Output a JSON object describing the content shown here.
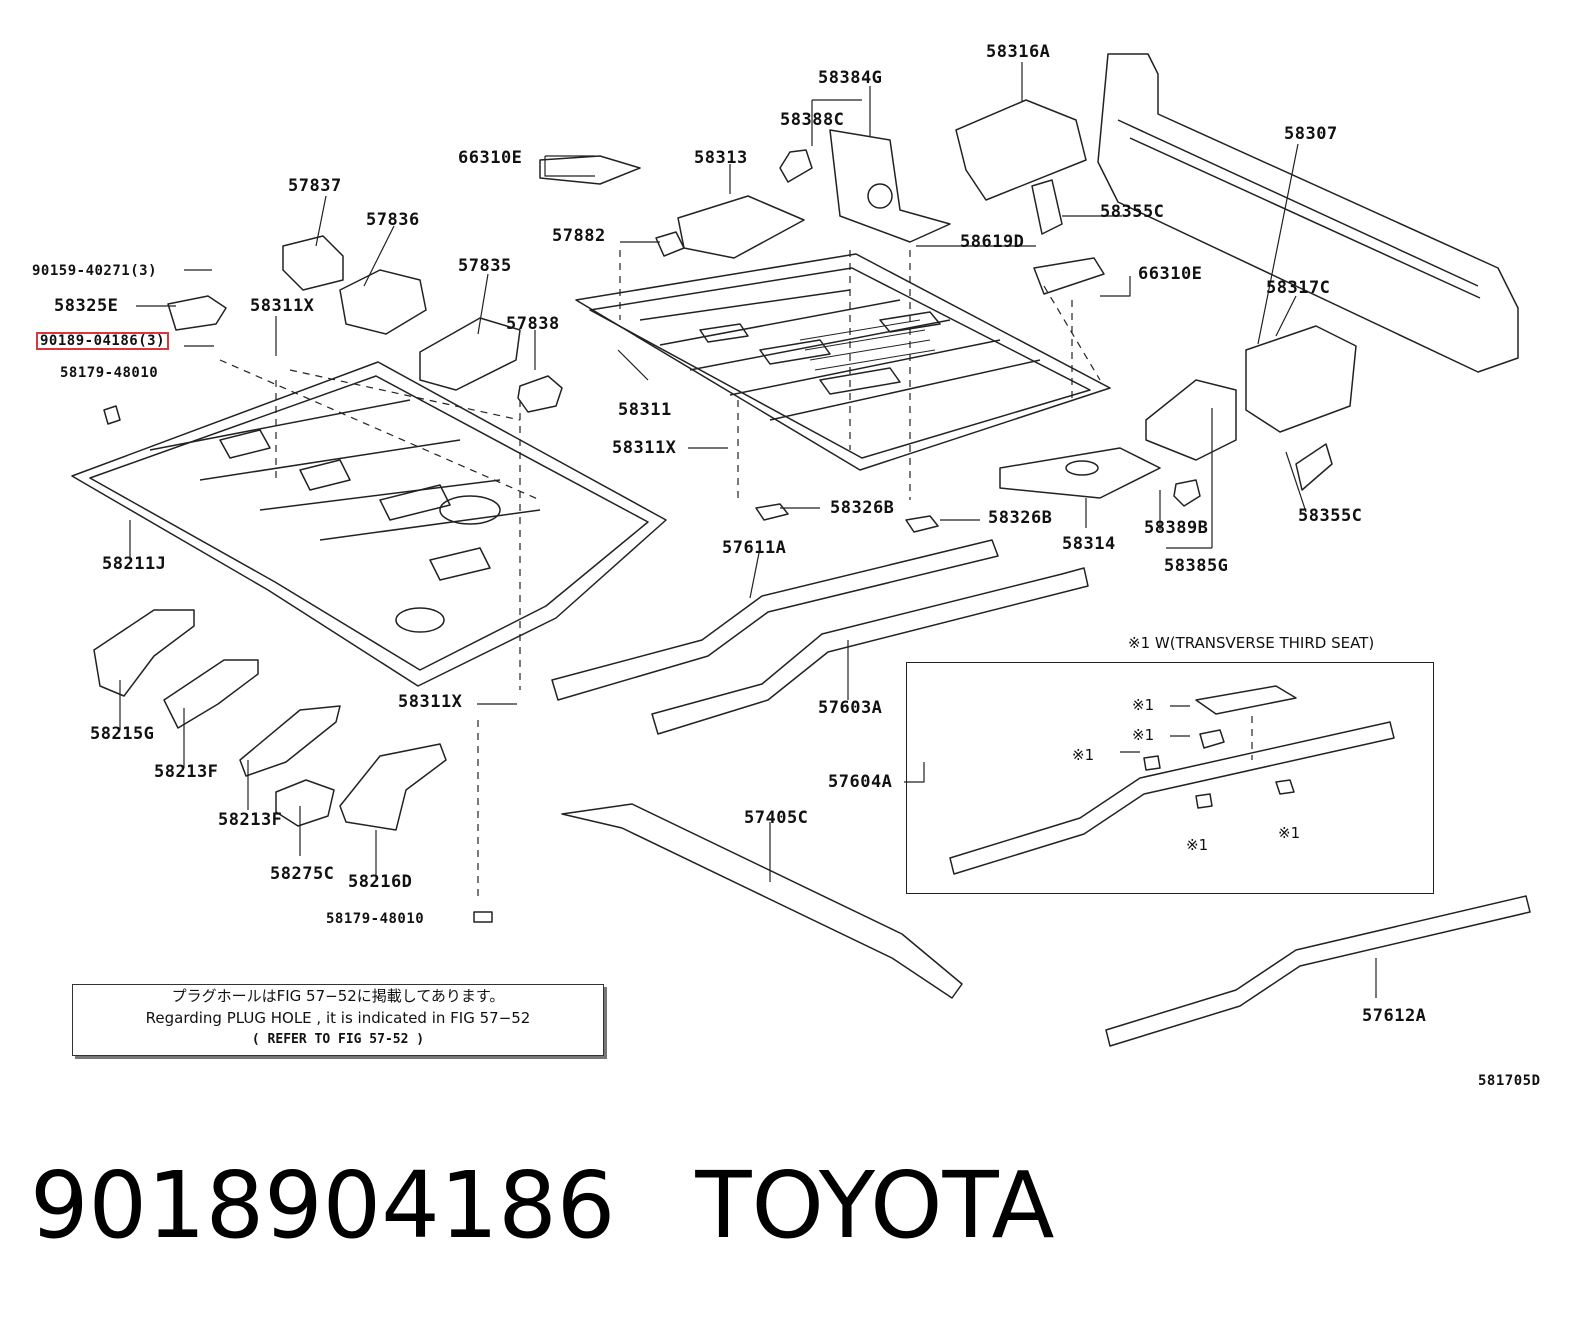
{
  "labels": {
    "p58316A": "58316A",
    "p58384G": "58384G",
    "p58388C": "58388C",
    "p58307": "58307",
    "p66310E_a": "66310E",
    "p58313": "58313",
    "p57837": "57837",
    "p57836": "57836",
    "p90159": "90159-40271(3)",
    "p58325E": "58325E",
    "p58311X_a": "58311X",
    "p57835": "57835",
    "p57838": "57838",
    "p90189": "90189-04186(3)",
    "p58179_a": "58179-48010",
    "p57882": "57882",
    "p58619D": "58619D",
    "p58355C_a": "58355C",
    "p66310E_b": "66310E",
    "p58317C": "58317C",
    "p58311": "58311",
    "p58311X_b": "58311X",
    "p58326B_a": "58326B",
    "p58326B_b": "58326B",
    "p58314": "58314",
    "p58389B": "58389B",
    "p58355C_b": "58355C",
    "p58385G": "58385G",
    "p58211J": "58211J",
    "p57611A": "57611A",
    "p58215G": "58215G",
    "p58213F_a": "58213F",
    "p58213F_b": "58213F",
    "p58311X_c": "58311X",
    "p57603A": "57603A",
    "p57604A": "57604A",
    "p57405C": "57405C",
    "p58275C": "58275C",
    "p58216D": "58216D",
    "p58179_b": "58179-48010",
    "p57612A": "57612A",
    "fig_id": "581705D"
  },
  "third_seat": {
    "title": "※1 W(TRANSVERSE THIRD SEAT)",
    "marker": "※1"
  },
  "plug_note": {
    "jp": "プラグホールはFIG 57−52に掲載してあります。",
    "en": "Regarding PLUG HOLE , it is indicated in FIG 57−52",
    "ref": "( REFER TO FIG 57-52  )"
  },
  "footer": {
    "part_number": "9018904186",
    "brand": "TOYOTA"
  },
  "colors": {
    "line": "#222222",
    "highlight": "#d9363e"
  }
}
